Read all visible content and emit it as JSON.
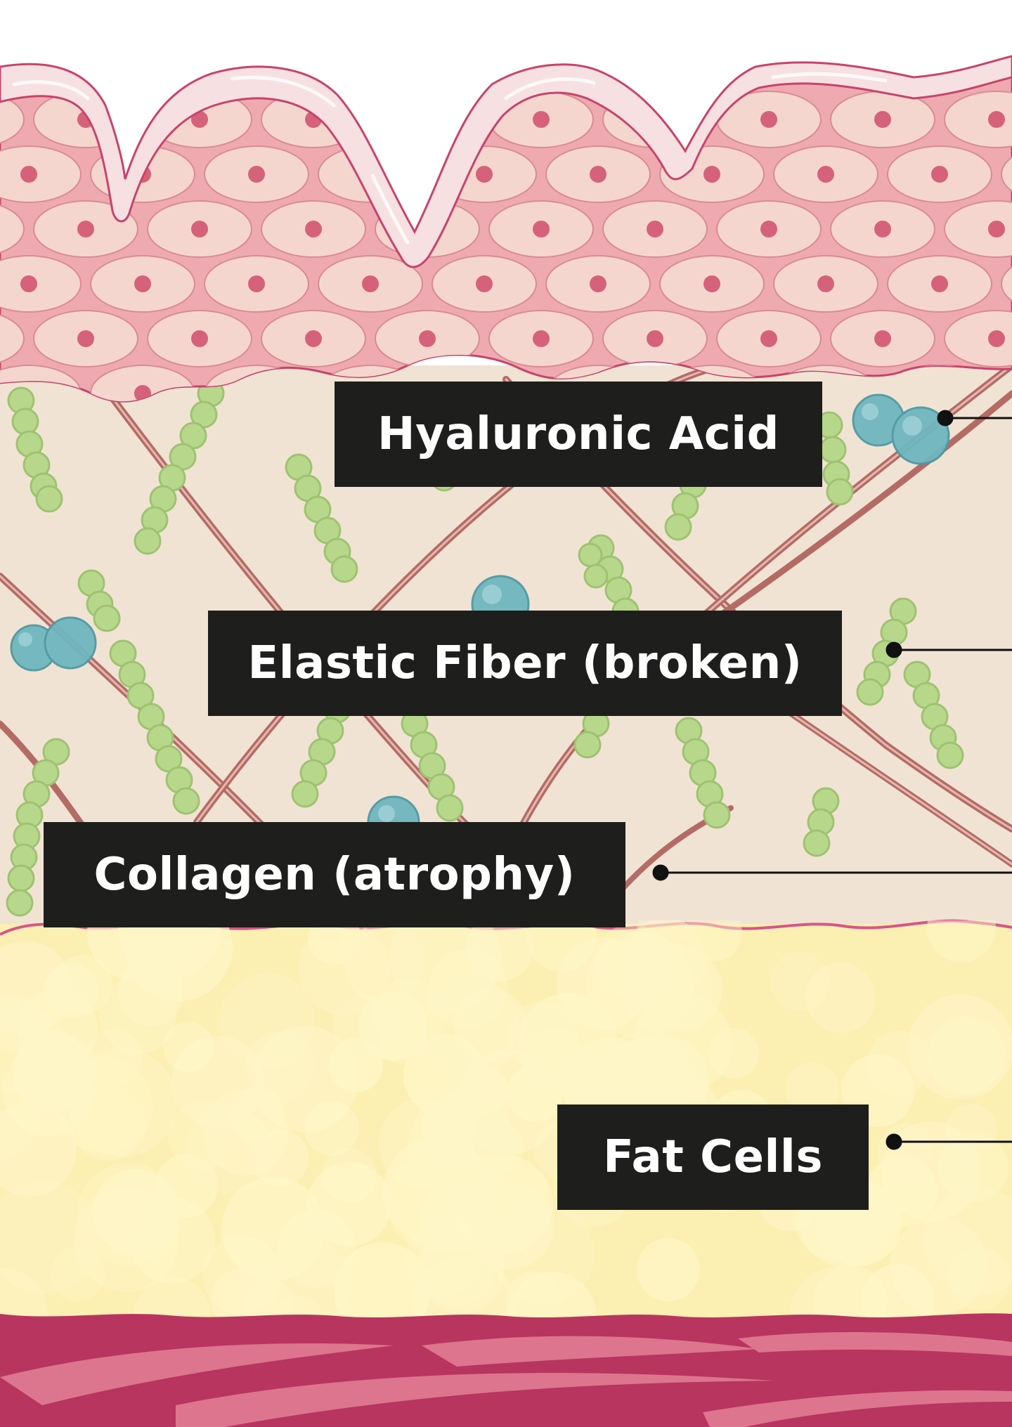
{
  "labels": {
    "hyaluronic_acid": "Hyaluronic Acid",
    "elastic_fiber": "Elastic Fiber (broken)",
    "collagen": "Collagen (atrophy)",
    "fat_cells": "Fat Cells"
  },
  "colors": {
    "background": "#ffffff",
    "stratum_outline": "#c8436b",
    "stratum_fill": "#f6e0e2",
    "epidermis_fill": "#eeaab0",
    "cell_fill": "#f5d6cf",
    "cell_nucleus": "#d5627a",
    "dermis_fill": "#f1e3d4",
    "fiber": "#b46b66",
    "elastin_bead": "#b7d88b",
    "hyaluronic_bead": "#6fb6bf",
    "fat_fill": "#fbefb2",
    "fat_blob": "#fff6c8",
    "muscle_fill": "#b8355f",
    "muscle_streak": "#e07d93",
    "label_bg": "#1e1e1c",
    "label_text": "#ffffff",
    "leader_line": "#111111"
  }
}
